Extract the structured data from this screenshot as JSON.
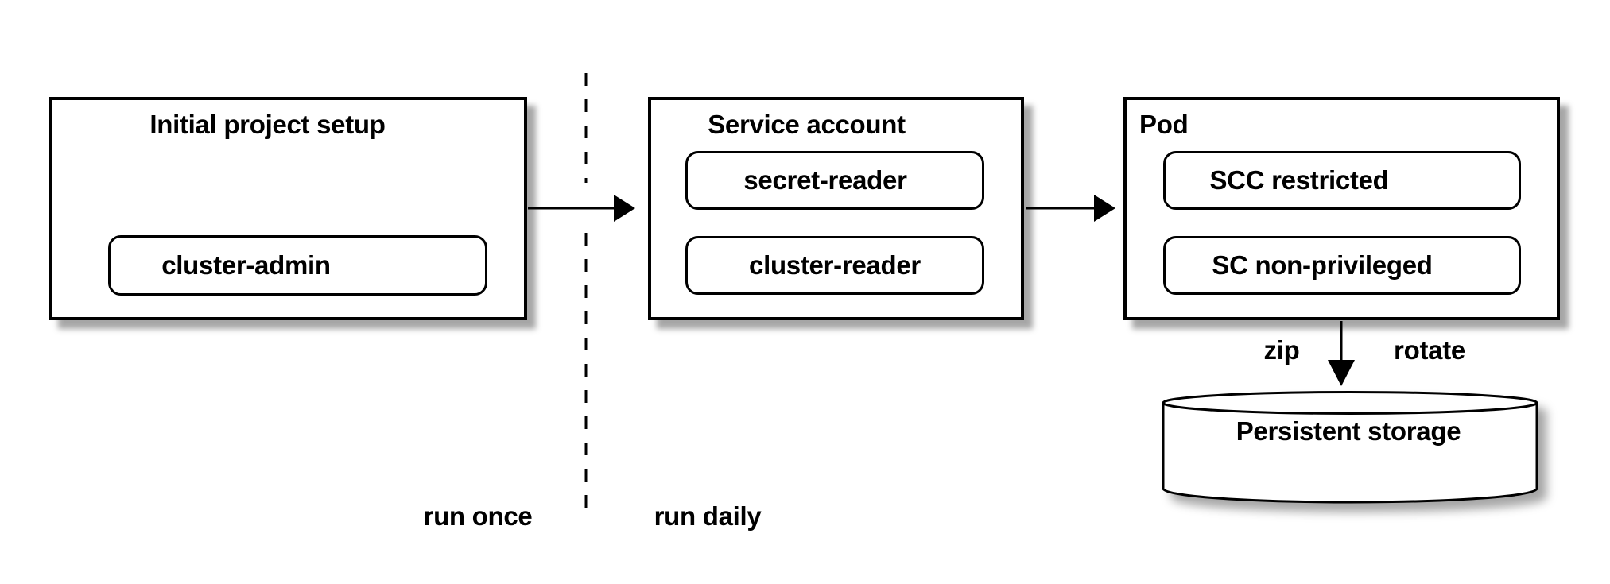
{
  "diagram": {
    "initial_setup": {
      "title": "Initial project setup",
      "role_binding": "cluster-admin"
    },
    "service_account": {
      "title": "Service account",
      "role_bindings": [
        "secret-reader",
        "cluster-reader"
      ]
    },
    "pod": {
      "title": "Pod",
      "security": [
        "SCC restricted",
        "SC non-privileged"
      ]
    },
    "storage": {
      "label": "Persistent storage"
    },
    "storage_edge": {
      "left_label": "zip",
      "right_label": "rotate"
    },
    "phases": {
      "left": "run once",
      "right": "run daily"
    },
    "colors": {
      "stroke": "#000000",
      "fill": "#ffffff",
      "shadow": "rgba(0,0,0,0.35)"
    }
  }
}
